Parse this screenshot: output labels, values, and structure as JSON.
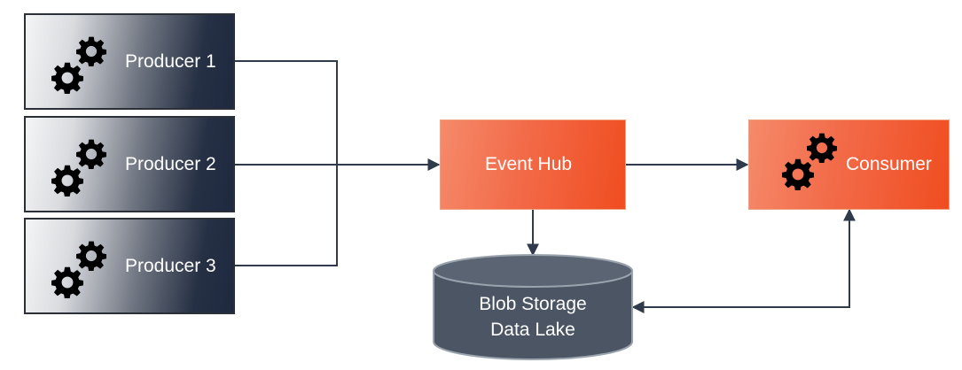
{
  "producers": [
    {
      "label": "Producer 1",
      "icon": "gears-icon"
    },
    {
      "label": "Producer 2",
      "icon": "gears-icon"
    },
    {
      "label": "Producer 3",
      "icon": "gears-icon"
    }
  ],
  "event_hub": {
    "label": "Event Hub"
  },
  "consumer": {
    "label": "Consumer",
    "icon": "gears-icon"
  },
  "storage": {
    "line1": "Blob Storage",
    "line2": "Data Lake"
  },
  "colors": {
    "orange": "#f04d20",
    "navy": "#1d2940",
    "storage": "#4a5563",
    "wire": "#2f3a4a"
  }
}
